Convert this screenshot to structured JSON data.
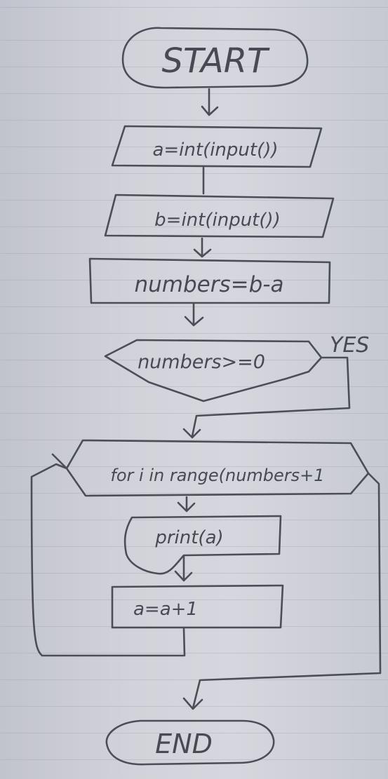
{
  "diagram": {
    "nodes": {
      "start": "START",
      "input_a": "a=int(input())",
      "input_b": "b=int(input())",
      "numbers": "numbers=b-a",
      "condition": "numbers>=0",
      "yes_label": "YES",
      "loop": "for i in range(numbers+1",
      "print": "print(a)",
      "increment": "a=a+1",
      "end": "END"
    },
    "colors": {
      "ink": "#4b4d57",
      "paper": "#d2d3da"
    }
  }
}
